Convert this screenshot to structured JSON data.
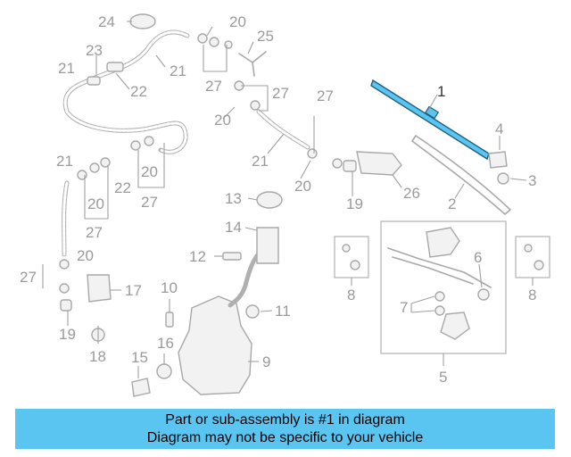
{
  "callouts": {
    "c1": "1",
    "c2": "2",
    "c3": "3",
    "c4": "4",
    "c5": "5",
    "c6": "6",
    "c7": "7",
    "c8a": "8",
    "c8b": "8",
    "c9": "9",
    "c10": "10",
    "c11": "11",
    "c12": "12",
    "c13": "13",
    "c14": "14",
    "c15": "15",
    "c16": "16",
    "c17": "17",
    "c18": "18",
    "c19a": "19",
    "c19b": "19",
    "c20a": "20",
    "c20b": "20",
    "c20c": "20",
    "c20d": "20",
    "c20e": "20",
    "c20f": "20",
    "c21a": "21",
    "c21b": "21",
    "c21c": "21",
    "c21d": "21",
    "c22a": "22",
    "c22b": "22",
    "c23": "23",
    "c24": "24",
    "c25": "25",
    "c26": "26",
    "c27a": "27",
    "c27b": "27",
    "c27c": "27",
    "c27d": "27",
    "c27e": "27",
    "c27f": "27"
  },
  "highlight": {
    "part_number": "1",
    "color": "#5bc5f2"
  },
  "banner": {
    "line1": "Part or sub-assembly is #1 in diagram",
    "line2": "Diagram may not be specific to your vehicle",
    "background": "#5bc5f2"
  }
}
